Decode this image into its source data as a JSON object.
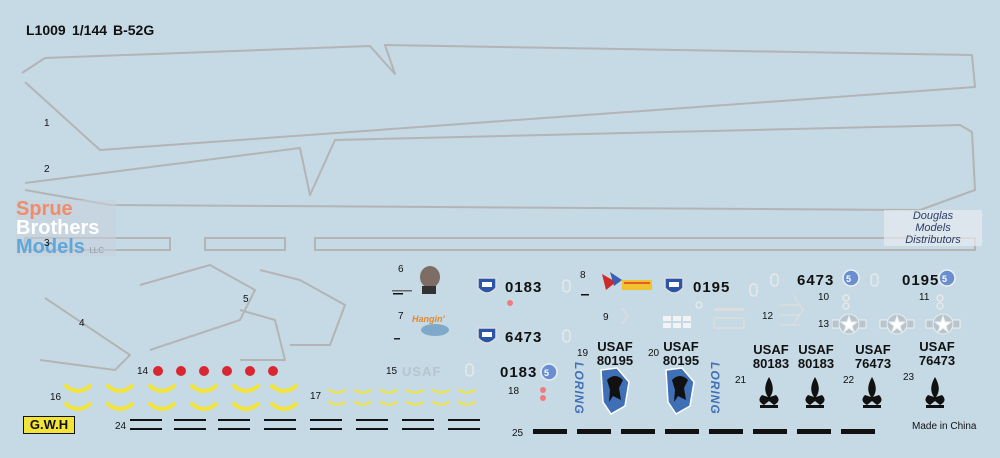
{
  "header": {
    "code": "L1009",
    "scale": "1/144",
    "model": "B-52G"
  },
  "labels": [
    "1",
    "2",
    "3",
    "4",
    "5",
    "6",
    "7",
    "8",
    "9",
    "10",
    "11",
    "12",
    "13",
    "14",
    "15",
    "16",
    "17",
    "18",
    "19",
    "20",
    "21",
    "22",
    "23",
    "24",
    "25"
  ],
  "serials": {
    "s0183": "0183",
    "s0195": "0195",
    "s6473": "6473"
  },
  "usaf": "USAF",
  "usaf_blocks": {
    "b80195": "80195",
    "b80183": "80183",
    "b76473": "76473"
  },
  "loring": "LORING",
  "watermarks": {
    "sprue": [
      "Sprue",
      "Brothers",
      "Models"
    ],
    "sprue_suffix": "LLC",
    "douglas": [
      "Douglas",
      "Models",
      "Distributors"
    ]
  },
  "brand": "G.W.H",
  "made_in": "Made in China",
  "colors": {
    "sheet": "#c5dae5",
    "outline": "#b4b4b4",
    "yellow": "#f3e43a",
    "red": "#d92731",
    "black": "#111111",
    "blue": "#3f6fb4"
  }
}
